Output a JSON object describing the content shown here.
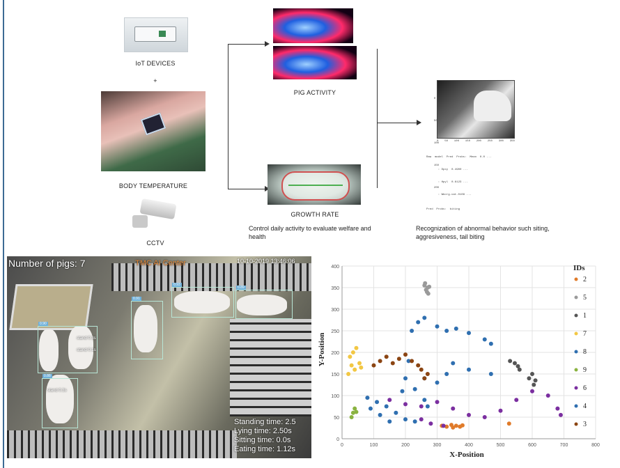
{
  "left_column": {
    "iot_label": "IoT DEVICES",
    "plus": "+",
    "temperature_label": "BODY TEMPERATURE",
    "cctv_label": "CCTV"
  },
  "middle_column": {
    "activity_label": "PIG ACTIVITY",
    "growth_label": "GROWTH RATE",
    "caption": "Control daily activity to evaluate welfare and health"
  },
  "right_column": {
    "caption": "Recognization of abnormal behavior such siting, aggresiveness, tail biting",
    "mini_axis_ticks": [
      "0",
      "50",
      "100",
      "150",
      "200",
      "250",
      "300",
      "350"
    ],
    "mini_y_ticks": [
      "0",
      "50",
      "100",
      "150",
      "200"
    ],
    "code_lines": [
      "Raw  model  Pred  Probs:  Mean  0.0 ...",
      "       : Dpxy  0.4900 ...",
      "       : Hpyl  0.6123 ...",
      "       : Wbcrg.cat.0109 ...",
      "Pred  Probs:  biting"
    ]
  },
  "video": {
    "count_label": "Number of pigs:",
    "count_value": "7",
    "center": "TMC AI Center",
    "timestamp": "10-10-2019 13:46:06",
    "stats": [
      "Standing time: 2.5",
      "Lying time: 2.50s",
      "Sitting time: 0.0s",
      "Eating time: 1.12s"
    ],
    "box_tags": [
      "0.93",
      "0.89",
      "0.91",
      "0.90",
      "0.88"
    ],
    "pig_overlays": [
      "stand 0.3s",
      "stand 0.1s",
      "stand 0.3s"
    ]
  },
  "chart_data": {
    "type": "scatter",
    "title": "",
    "xlabel": "X-Position",
    "ylabel": "Y-Position",
    "xlim": [
      0,
      800
    ],
    "ylim": [
      0,
      400
    ],
    "x_ticks": [
      0,
      100,
      200,
      300,
      400,
      500,
      600,
      700,
      800
    ],
    "y_ticks": [
      0,
      50,
      100,
      150,
      200,
      250,
      300,
      350,
      400
    ],
    "grid": true,
    "legend": {
      "title": "IDs",
      "placement": "right"
    },
    "series": [
      {
        "name": "2",
        "color": "#e07b2a",
        "points": [
          [
            315,
            30
          ],
          [
            330,
            28
          ],
          [
            345,
            32
          ],
          [
            350,
            26
          ],
          [
            360,
            30
          ],
          [
            372,
            28
          ],
          [
            380,
            31
          ],
          [
            527,
            35
          ]
        ]
      },
      {
        "name": "5",
        "color": "#9a9a9a",
        "points": [
          [
            260,
            355
          ],
          [
            265,
            345
          ],
          [
            270,
            350
          ],
          [
            268,
            340
          ],
          [
            275,
            352
          ],
          [
            262,
            360
          ],
          [
            272,
            336
          ]
        ]
      },
      {
        "name": "1",
        "color": "#555555",
        "points": [
          [
            530,
            180
          ],
          [
            545,
            175
          ],
          [
            555,
            168
          ],
          [
            560,
            160
          ],
          [
            590,
            140
          ],
          [
            600,
            150
          ],
          [
            610,
            135
          ],
          [
            605,
            125
          ]
        ]
      },
      {
        "name": "7",
        "color": "#f2c744",
        "points": [
          [
            20,
            150
          ],
          [
            30,
            170
          ],
          [
            25,
            190
          ],
          [
            45,
            210
          ],
          [
            35,
            200
          ],
          [
            40,
            160
          ],
          [
            55,
            175
          ],
          [
            60,
            165
          ]
        ]
      },
      {
        "name": "8",
        "color": "#2f6fb0",
        "points": [
          [
            220,
            250
          ],
          [
            240,
            270
          ],
          [
            260,
            280
          ],
          [
            300,
            260
          ],
          [
            330,
            250
          ],
          [
            360,
            255
          ],
          [
            400,
            245
          ],
          [
            450,
            230
          ],
          [
            470,
            220
          ],
          [
            210,
            180
          ],
          [
            200,
            140
          ],
          [
            190,
            110
          ],
          [
            230,
            115
          ],
          [
            260,
            140
          ],
          [
            300,
            130
          ],
          [
            330,
            150
          ],
          [
            350,
            175
          ],
          [
            400,
            160
          ],
          [
            470,
            150
          ],
          [
            80,
            95
          ],
          [
            110,
            85
          ],
          [
            140,
            75
          ],
          [
            170,
            60
          ],
          [
            200,
            45
          ],
          [
            230,
            40
          ]
        ]
      },
      {
        "name": "9",
        "color": "#8ab340",
        "points": [
          [
            30,
            50
          ],
          [
            35,
            60
          ],
          [
            40,
            70
          ],
          [
            45,
            62
          ]
        ]
      },
      {
        "name": "6",
        "color": "#7b2fa0",
        "points": [
          [
            150,
            90
          ],
          [
            200,
            80
          ],
          [
            250,
            75
          ],
          [
            300,
            85
          ],
          [
            350,
            70
          ],
          [
            400,
            55
          ],
          [
            450,
            50
          ],
          [
            500,
            65
          ],
          [
            550,
            90
          ],
          [
            600,
            110
          ],
          [
            650,
            100
          ],
          [
            680,
            70
          ],
          [
            690,
            55
          ],
          [
            250,
            45
          ],
          [
            280,
            35
          ],
          [
            320,
            30
          ]
        ]
      },
      {
        "name": "4",
        "color": "#2f6fb0",
        "points": [
          [
            90,
            70
          ],
          [
            120,
            55
          ],
          [
            150,
            40
          ],
          [
            260,
            90
          ],
          [
            270,
            75
          ]
        ]
      },
      {
        "name": "3",
        "color": "#8b4513",
        "points": [
          [
            100,
            170
          ],
          [
            120,
            180
          ],
          [
            140,
            190
          ],
          [
            160,
            175
          ],
          [
            180,
            185
          ],
          [
            200,
            195
          ],
          [
            220,
            180
          ],
          [
            240,
            170
          ],
          [
            250,
            160
          ],
          [
            260,
            140
          ],
          [
            270,
            150
          ]
        ]
      }
    ]
  }
}
